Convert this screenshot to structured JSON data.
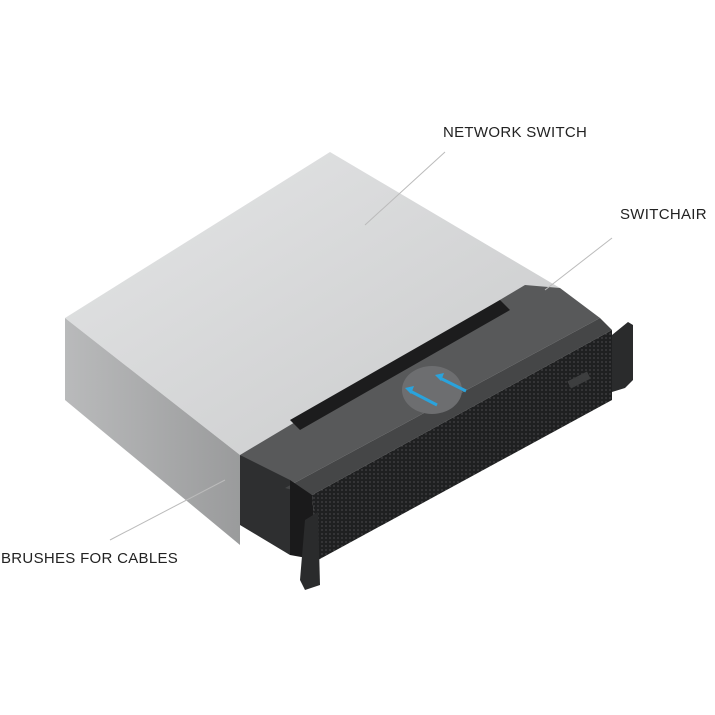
{
  "labels": {
    "network_switch": "NETWORK SWITCH",
    "switchair": "SWITCHAIR",
    "brushes": "BRUSHES FOR CABLES"
  },
  "colors": {
    "switch_top": "#d9dadb",
    "switch_side": "#a9aaab",
    "tray": "#4a4b4c",
    "grille": "#2a2b2c",
    "arrow": "#2aa3dc"
  }
}
